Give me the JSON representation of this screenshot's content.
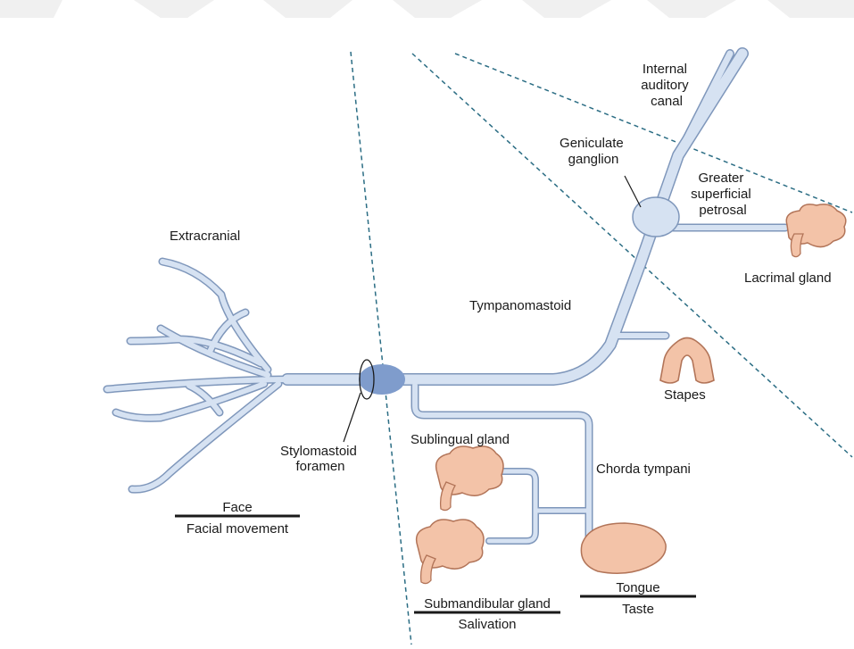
{
  "colors": {
    "nerve_fill": "#d6e2f2",
    "nerve_edge": "#7f97bb",
    "foramen_fill": "#7f9ccc",
    "gland_fill": "#f3c3a8",
    "gland_edge": "#b27458",
    "dashed_line": "#2b6d84",
    "text": "#1a1a1a"
  },
  "labels": {
    "internal_auditory_canal": [
      "Internal",
      "auditory",
      "canal"
    ],
    "geniculate_ganglion": [
      "Geniculate",
      "ganglion"
    ],
    "greater_superficial_petrosal": [
      "Greater",
      "superficial",
      "petrosal"
    ],
    "lacrimal_gland": "Lacrimal gland",
    "extracranial": "Extracranial",
    "tympanomastoid": "Tympanomastoid",
    "stapes": "Stapes",
    "stylomastoid_foramen": [
      "Stylomastoid",
      "foramen"
    ],
    "sublingual_gland": "Sublingual gland",
    "chorda_tympani": "Chorda tympani",
    "face": "Face",
    "facial_movement": "Facial movement",
    "tongue": "Tongue",
    "taste": "Taste",
    "submandibular_gland": "Submandibular gland",
    "salivation": "Salivation"
  }
}
